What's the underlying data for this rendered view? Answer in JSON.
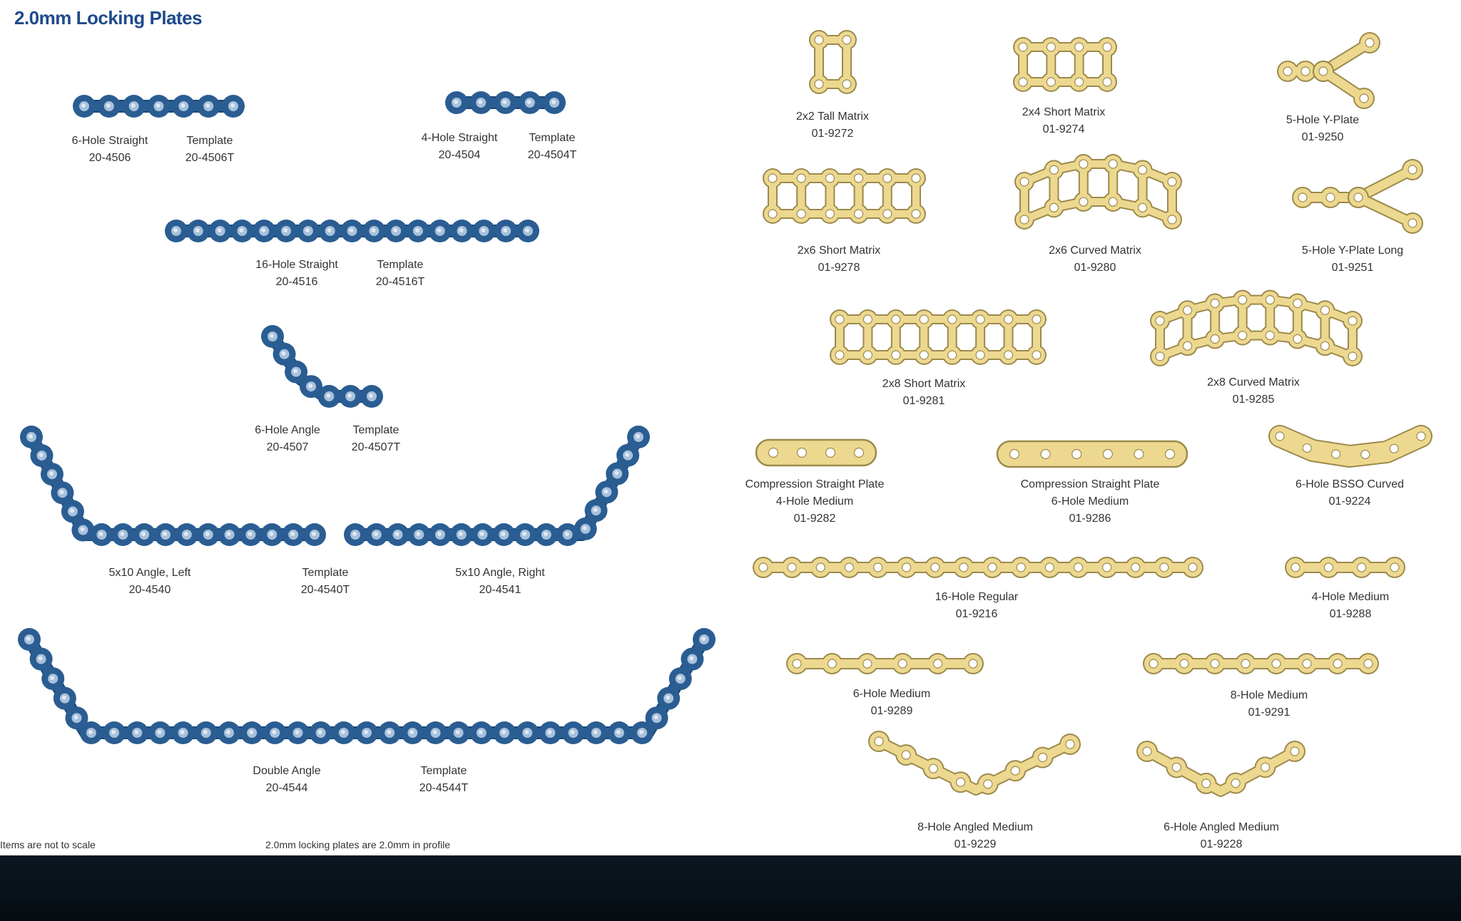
{
  "title": "2.0mm Locking Plates",
  "colors": {
    "blue_plate": "#2a5d92",
    "blue_hole": "#a8c1dc",
    "gold_plate": "#edd890",
    "gold_outline": "#9c8a4c",
    "gold_hole": "#ffffff",
    "bottom_band": "#07121a"
  },
  "labels": {
    "six_hole_straight": {
      "name": "6-Hole Straight",
      "code": "20-4506"
    },
    "six_hole_straight_template": {
      "name": "Template",
      "code": "20-4506T"
    },
    "four_hole_straight": {
      "name": "4-Hole Straight",
      "code": "20-4504"
    },
    "four_hole_straight_template": {
      "name": "Template",
      "code": "20-4504T"
    },
    "sixteen_hole_straight": {
      "name": "16-Hole Straight",
      "code": "20-4516"
    },
    "sixteen_hole_straight_template": {
      "name": "Template",
      "code": "20-4516T"
    },
    "six_hole_angle": {
      "name": "6-Hole Angle",
      "code": "20-4507"
    },
    "six_hole_angle_template": {
      "name": "Template",
      "code": "20-4507T"
    },
    "angle_left": {
      "name": "5x10 Angle, Left",
      "code": "20-4540"
    },
    "angle_template": {
      "name": "Template",
      "code": "20-4540T"
    },
    "angle_right": {
      "name": "5x10 Angle, Right",
      "code": "20-4541"
    },
    "double_angle": {
      "name": "Double Angle",
      "code": "20-4544"
    },
    "double_angle_template": {
      "name": "Template",
      "code": "20-4544T"
    },
    "tall_matrix_2x2": {
      "name": "2x2 Tall Matrix",
      "code": "01-9272"
    },
    "short_matrix_2x4": {
      "name": "2x4 Short Matrix",
      "code": "01-9274"
    },
    "y_plate_5": {
      "name": "5-Hole Y-Plate",
      "code": "01-9250"
    },
    "short_matrix_2x6": {
      "name": "2x6 Short Matrix",
      "code": "01-9278"
    },
    "curved_matrix_2x6": {
      "name": "2x6 Curved Matrix",
      "code": "01-9280"
    },
    "y_plate_long": {
      "name": "5-Hole Y-Plate Long",
      "code": "01-9251"
    },
    "short_matrix_2x8": {
      "name": "2x8 Short Matrix",
      "code": "01-9281"
    },
    "curved_matrix_2x8": {
      "name": "2x8 Curved Matrix",
      "code": "01-9285"
    },
    "compression_4": {
      "name": "Compression Straight Plate",
      "detail": "4-Hole Medium",
      "code": "01-9282"
    },
    "compression_6": {
      "name": "Compression Straight Plate",
      "detail": "6-Hole Medium",
      "code": "01-9286"
    },
    "bsso_curved": {
      "name": "6-Hole BSSO Curved",
      "code": "01-9224"
    },
    "regular_16": {
      "name": "16-Hole Regular",
      "code": "01-9216"
    },
    "medium_4": {
      "name": "4-Hole Medium",
      "code": "01-9288"
    },
    "medium_6": {
      "name": "6-Hole Medium",
      "code": "01-9289"
    },
    "medium_8": {
      "name": "8-Hole Medium",
      "code": "01-9291"
    },
    "angled_medium_8": {
      "name": "8-Hole Angled Medium",
      "code": "01-9229"
    },
    "angled_medium_6": {
      "name": "6-Hole Angled Medium",
      "code": "01-9228"
    }
  },
  "footnotes": {
    "scale": "Items are not to scale",
    "profile": "2.0mm locking plates are 2.0mm in profile"
  }
}
